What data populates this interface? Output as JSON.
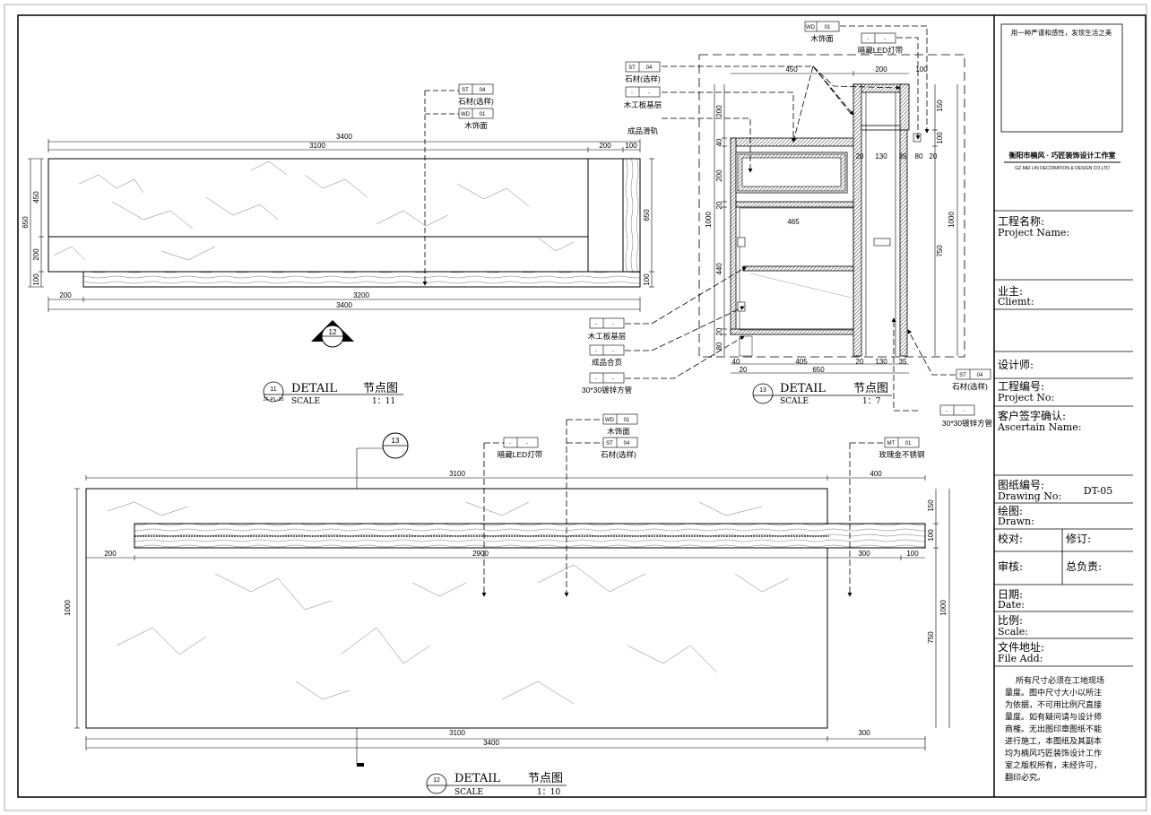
{
  "title_block": {
    "slogan": "用一种严谨和感性，发现生活之美",
    "company_cn": "衡阳市楠风 · 巧匠装饰设计工作室",
    "company_en": "GZ.MEI LIN DECORATION & DESIGN CO.LTD",
    "project_name_cn": "工程名称:",
    "project_name_en": "Project Name:",
    "client_cn": "业主:",
    "client_en": "Cliemt:",
    "designer": "设计师:",
    "project_no_cn": "工程编号:",
    "project_no_en": "Project No:",
    "ascertain_cn": "客户签字确认:",
    "ascertain_en": "Ascertain Name:",
    "drawing_no_cn": "图纸编号:",
    "drawing_no_en": "Drawing No:",
    "drawing_no_value": "DT-05",
    "drawn_cn": "绘图:",
    "drawn_en": "Drawn:",
    "check": "校对:",
    "revise": "修订:",
    "audit": "审核:",
    "chief": "总负责:",
    "date_cn": "日期:",
    "date_en": "Date:",
    "scale_cn": "比例:",
    "scale_en": "Scale:",
    "file_cn": "文件地址:",
    "file_en": "File Add:",
    "notes": [
      "所有尺寸必须在工地现场",
      "量度。图中尺寸大小以所注",
      "为依据，不可用比例尺直接",
      "量度。如有疑问请与设计师",
      "商榷。无出图印章图纸不能",
      "进行施工，本图纸及其副本",
      "均为楠风巧匠装饰设计工作",
      "室之版权所有，未经许可，",
      "翻印必究。"
    ]
  },
  "detail_11": {
    "num": "11",
    "ref": "2F-PL-10",
    "word": "DETAIL",
    "cn": "节点图",
    "scale_word": "SCALE",
    "scale": "1：11",
    "callout": "12",
    "tag1_code": "ST",
    "tag1_no": "04",
    "tag1_text": "石材(选样)",
    "tag2_code": "WD",
    "tag2_no": "01",
    "tag2_text": "木饰面",
    "dims": {
      "top_total": "3400",
      "top_a": "3100",
      "top_b": "200",
      "top_c": "100",
      "left_a": "450",
      "left_b": "200",
      "left_c": "100",
      "left_total": "650",
      "right_a": "650",
      "right_b": "100",
      "bot_a": "200",
      "bot_b": "3200",
      "bot_total": "3400"
    }
  },
  "detail_13": {
    "num": "13",
    "word": "DETAIL",
    "cn": "节点图",
    "scale_word": "SCALE",
    "scale": "1：7",
    "tag_wd_code": "WD",
    "tag_wd_no": "01",
    "tag_wd_text": "木饰面",
    "tag_led_code": "-",
    "tag_led_no": "-",
    "tag_led_text": "暗藏LED灯带",
    "tag_st_code": "ST",
    "tag_st_no": "04",
    "tag_st_text": "石材(选样)",
    "tag_wb_code": "-",
    "tag_wb_no": "-",
    "tag_wb_text": "木工板基层",
    "tag_rail_text": "成品滑轨",
    "tag_wb2_code": "-",
    "tag_wb2_no": "-",
    "tag_wb2_text": "木工板基层",
    "tag_hinge_code": "-",
    "tag_hinge_no": "-",
    "tag_hinge_text": "成品合页",
    "tag_pipe_code": "-",
    "tag_pipe_no": "-",
    "tag_pipe_text": "30*30镀锌方管",
    "tag_st2_code": "ST",
    "tag_st2_no": "04",
    "tag_st2_text": "石材(选样)",
    "tag_pipe2_code": "-",
    "tag_pipe2_no": "-",
    "tag_pipe2_text": "30*30镀锌方管",
    "dims": {
      "t450": "450",
      "t200": "200",
      "t100": "100",
      "l200a": "200",
      "l40": "40",
      "l200b": "200",
      "l20a": "20",
      "l440": "440",
      "l20b": "20",
      "l80": "80",
      "l1000": "1000",
      "r150": "150",
      "r100": "100",
      "r750": "750",
      "r1000": "1000",
      "m20a": "20",
      "m130": "130",
      "m35": "35",
      "m80": "80",
      "m20b": "20",
      "w465": "465",
      "b40": "40",
      "b405": "405",
      "b20": "20",
      "b130": "130",
      "b35": "35",
      "b20b": "20",
      "b650": "650"
    }
  },
  "detail_12": {
    "num": "12",
    "word": "DETAIL",
    "cn": "节点图",
    "scale_word": "SCALE",
    "scale": "1：10",
    "callout": "13",
    "tag_led_code": "-",
    "tag_led_no": "-",
    "tag_led_text": "暗藏LED灯带",
    "tag_wd_code": "WD",
    "tag_wd_no": "01",
    "tag_wd_text": "木饰面",
    "tag_st_code": "ST",
    "tag_st_no": "04",
    "tag_st_text": "石材(选样)",
    "tag_mt_code": "MT",
    "tag_mt_no": "01",
    "tag_mt_text": "玫瑰金不锈钢",
    "dims": {
      "top_a": "3100",
      "top_b": "400",
      "mid_a": "200",
      "mid_b": "2900",
      "mid_c": "300",
      "mid_d": "100",
      "right_a": "150",
      "right_b": "100",
      "right_c": "750",
      "right_total": "1000",
      "left_total": "1000",
      "bot_a": "3100",
      "bot_b": "300",
      "bot_total": "3400"
    }
  }
}
